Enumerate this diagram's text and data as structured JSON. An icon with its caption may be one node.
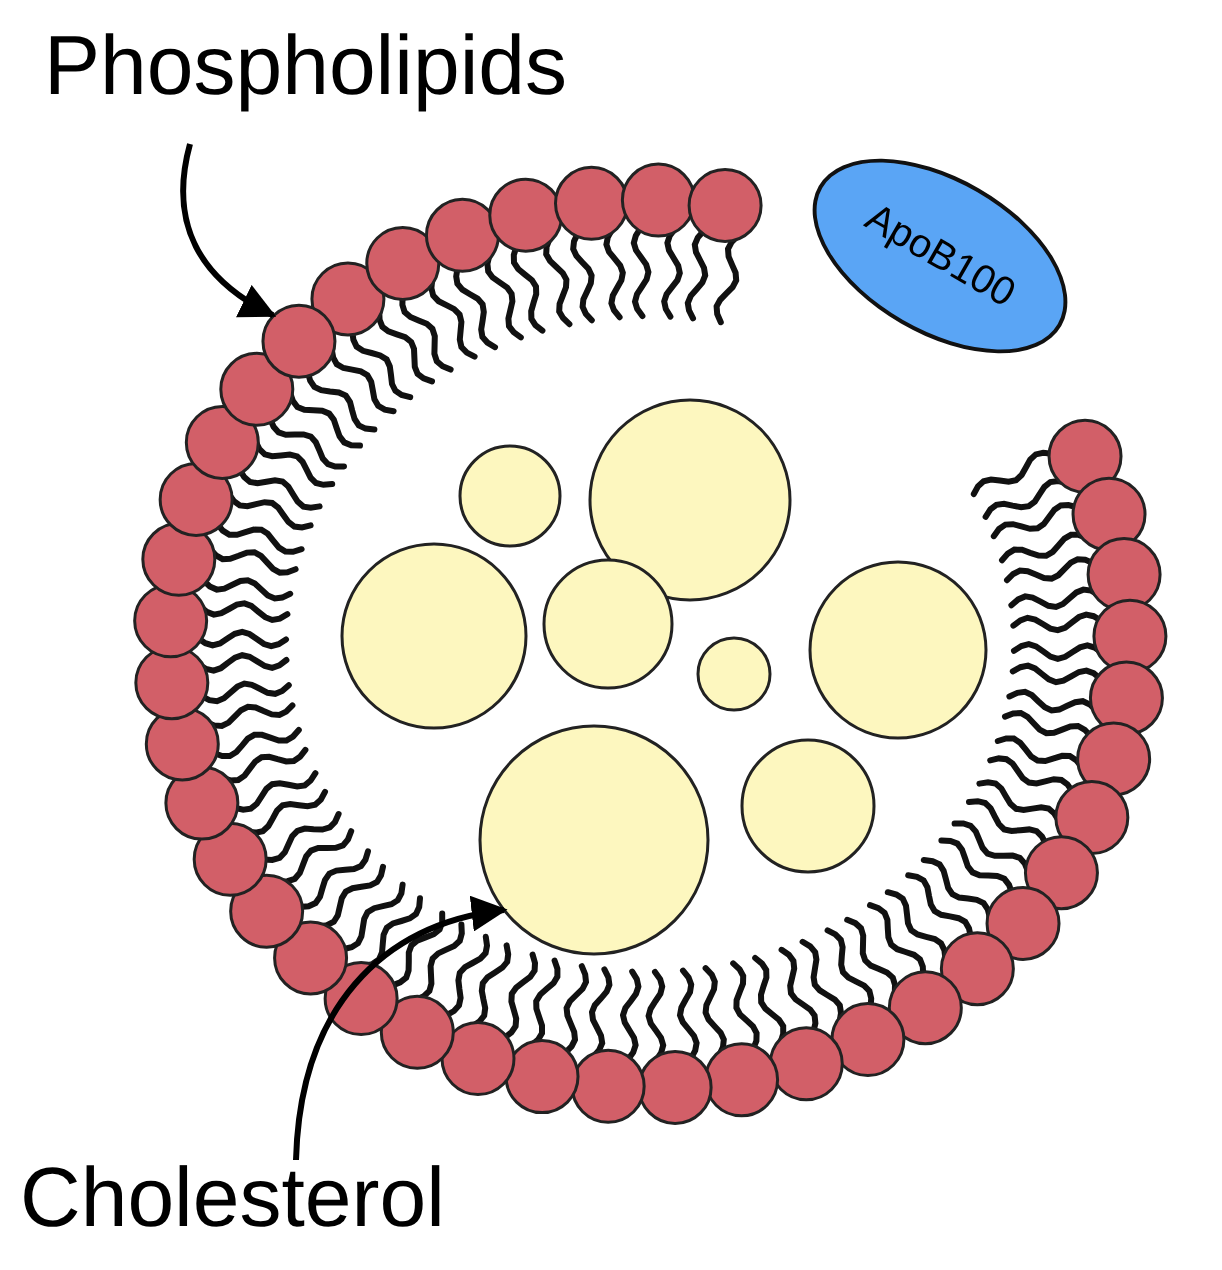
{
  "diagram": {
    "nodes": [
      {
        "text": [
          "Phospholipids"
        ]
      },
      {
        "text": [],
        "shape": "circle"
      },
      {
        "text": [
          "ApoB100"
        ]
      },
      {
        "text": [
          "Cholesterol"
        ]
      },
      {
        "text": [],
        "shape": "circle"
      }
    ],
    "edges": [
      {
        "from": 0,
        "to": 1,
        "arrow": "to"
      },
      {
        "from": 3,
        "to": 4,
        "arrow": "to"
      }
    ]
  }
}
